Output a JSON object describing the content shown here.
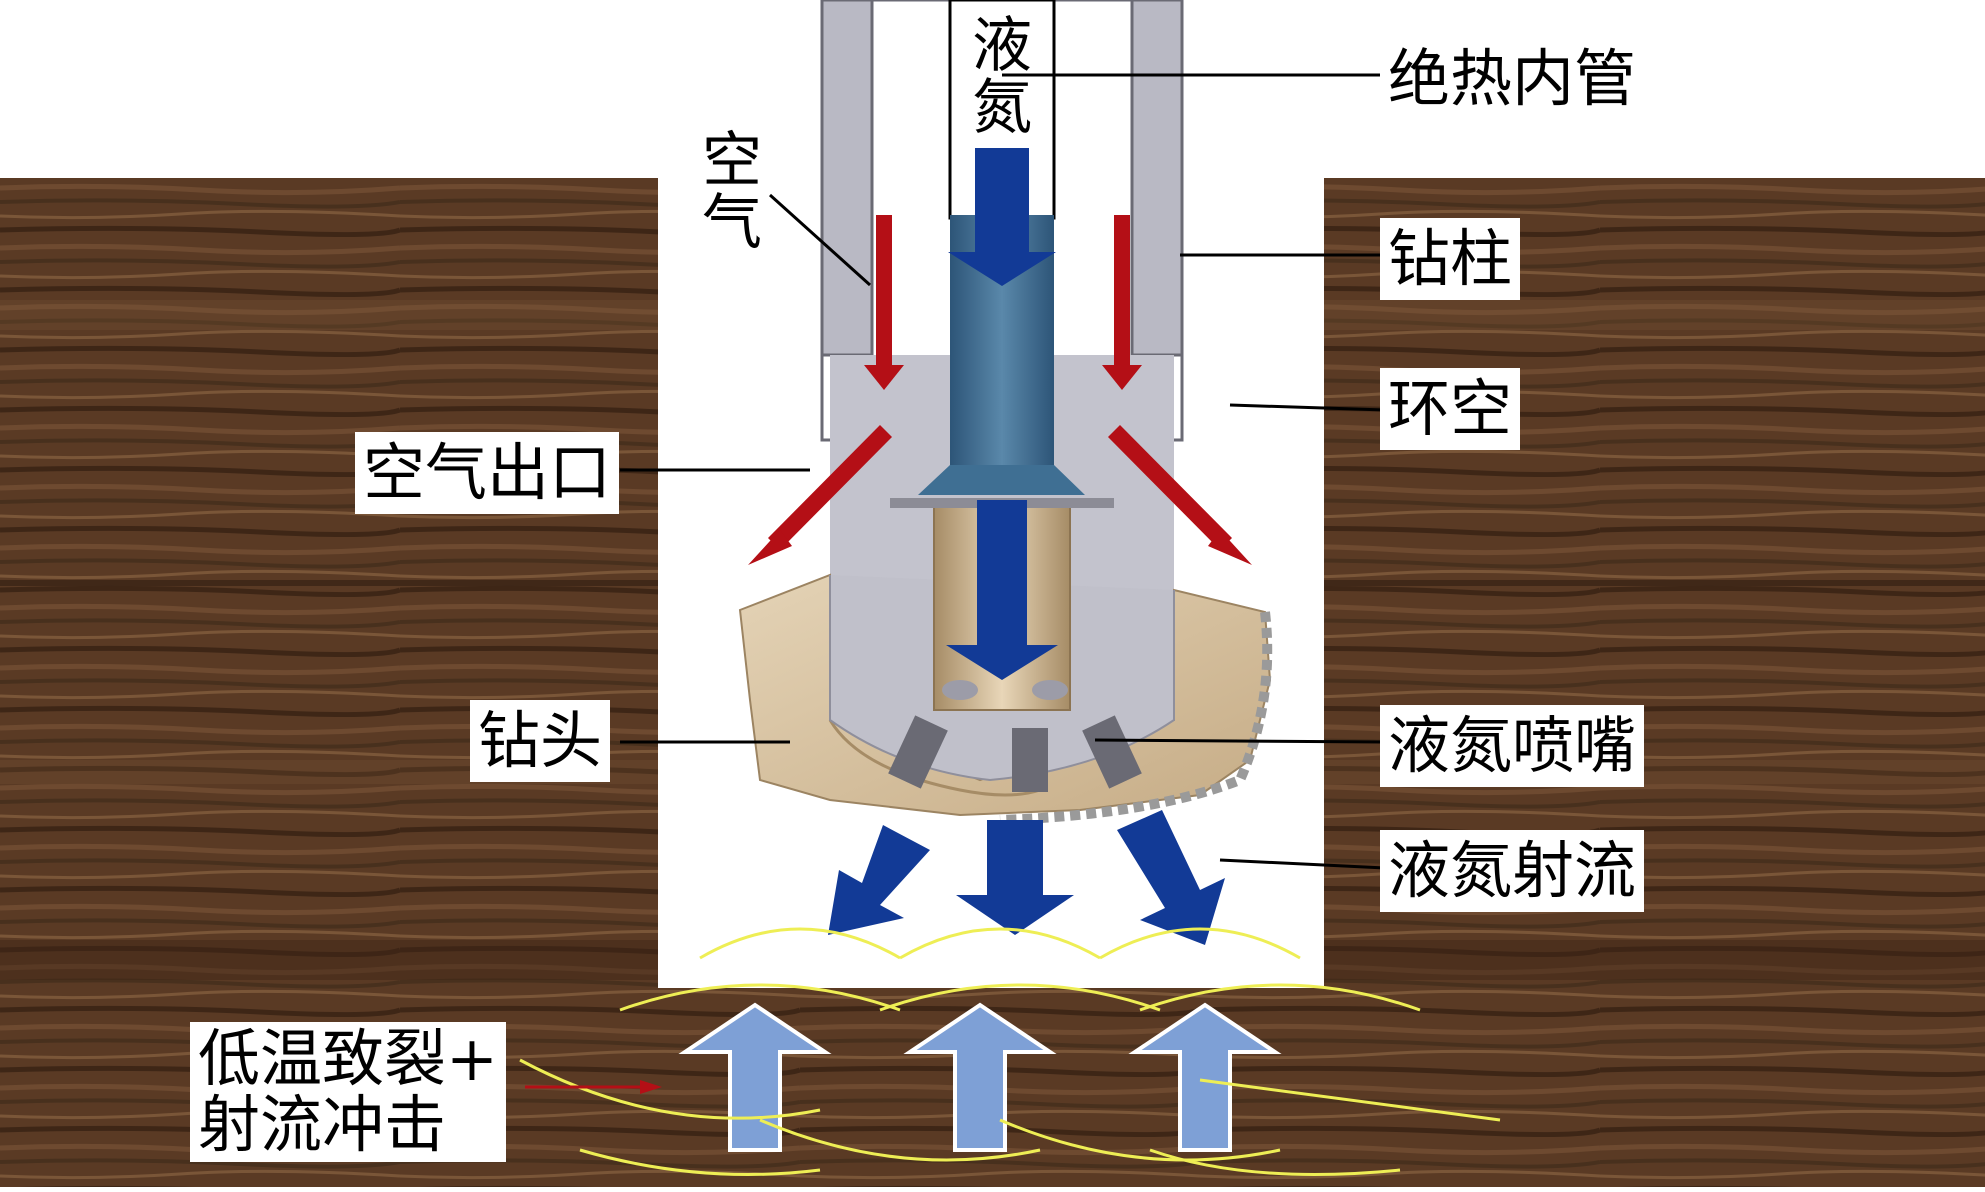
{
  "labels": {
    "liquid_nitrogen_vertical": [
      "液",
      "氮"
    ],
    "air_vertical": [
      "空",
      "气"
    ],
    "insulated_inner_pipe": "绝热内管",
    "drill_string": "钻柱",
    "annulus": "环空",
    "air_outlet": "空气出口",
    "drill_bit": "钻头",
    "ln2_nozzle": "液氮喷嘴",
    "ln2_jet": "液氮射流",
    "effect_line1": "低温致裂+",
    "effect_line2": "射流冲击"
  },
  "colors": {
    "rock_base": "#5a3a24",
    "rock_dark": "#3e2616",
    "rock_light": "#7a5638",
    "steel": "#b9b9c4",
    "steel_dark": "#8f8f9c",
    "pipe_ln2": "#3f6f93",
    "ln2_arrow": "#123a96",
    "air_arrow": "#b40f16",
    "bit_body": "#d8c4a4",
    "upward_arrow": "#7ea0d6",
    "wave": "#eeee55"
  }
}
